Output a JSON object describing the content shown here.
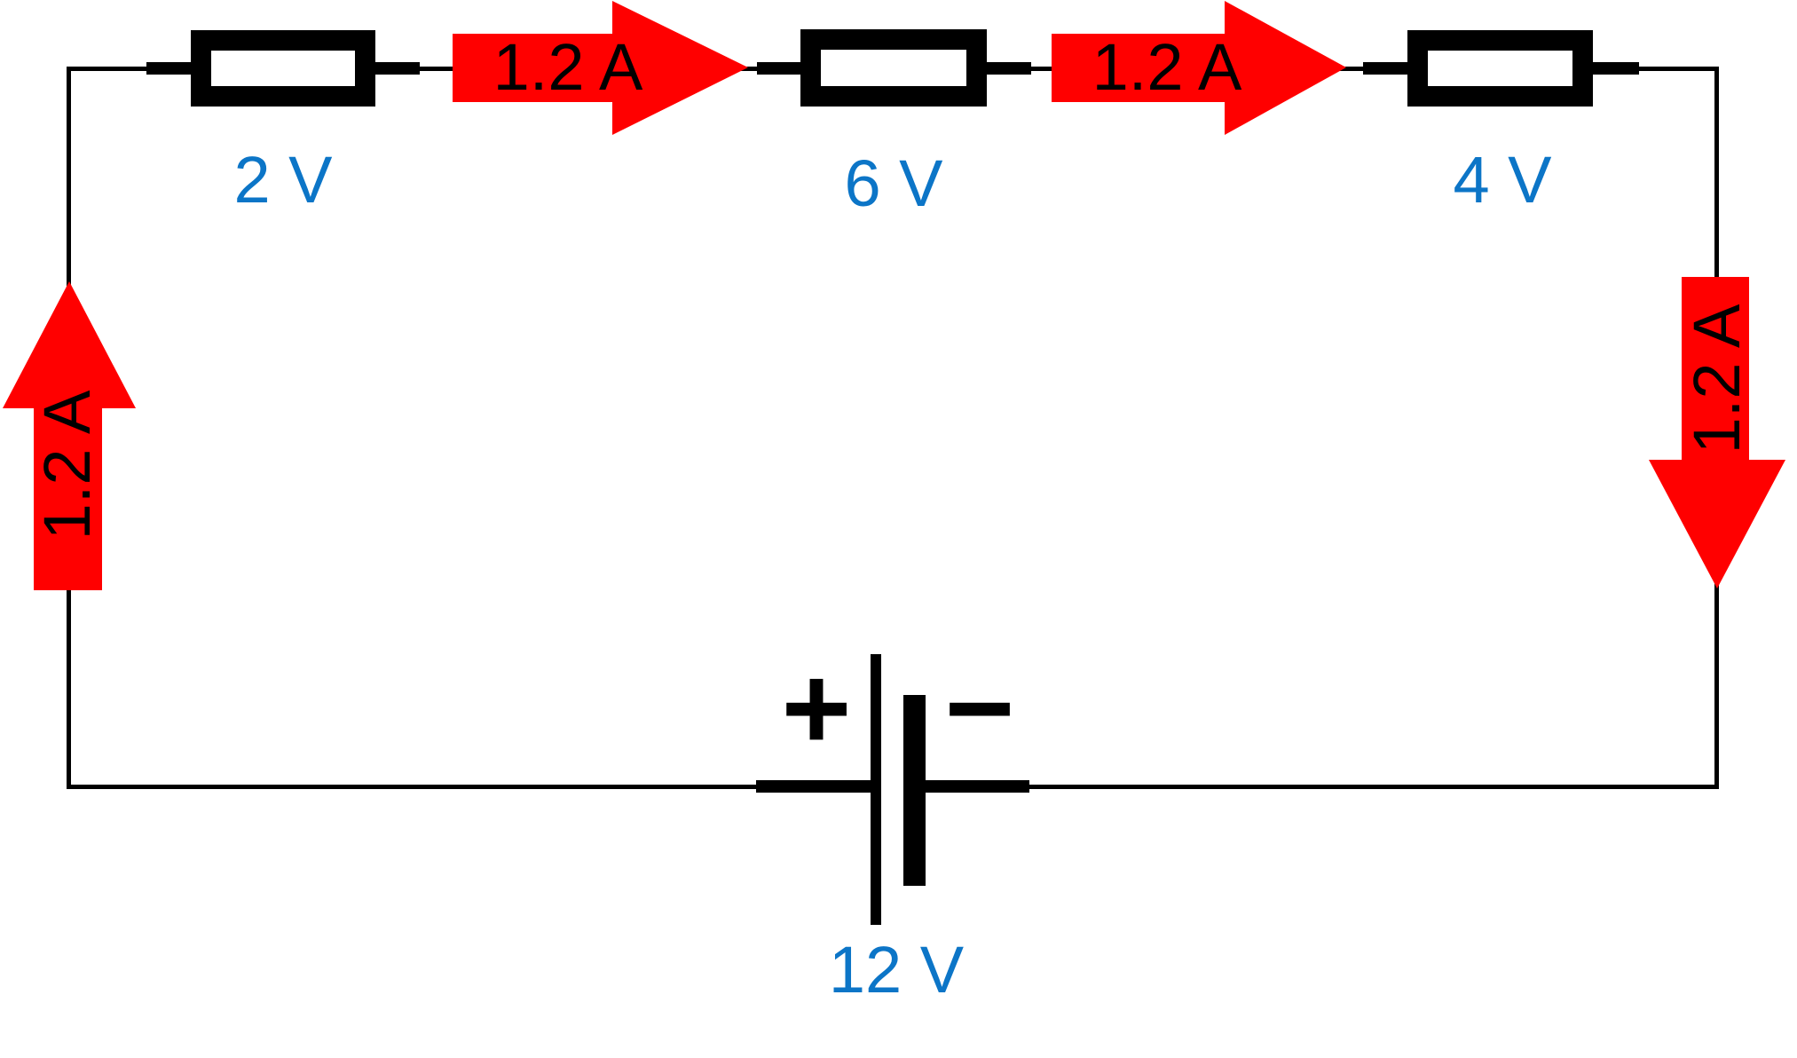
{
  "diagram_type": "series-dc-circuit",
  "colors": {
    "wire": "#000000",
    "arrow_fill": "#ff0000",
    "voltage_label": "#0c75c7"
  },
  "resistors": [
    {
      "id": "resistor-1",
      "voltage": "2 V"
    },
    {
      "id": "resistor-2",
      "voltage": "6 V"
    },
    {
      "id": "resistor-3",
      "voltage": "4 V"
    }
  ],
  "battery": {
    "voltage": "12 V",
    "positive_symbol": "+",
    "negative_symbol": "−"
  },
  "currents": {
    "top_left": "1.2 A",
    "top_right": "1.2 A",
    "left_side": "1.2 A",
    "right_side": "1.2 A"
  }
}
